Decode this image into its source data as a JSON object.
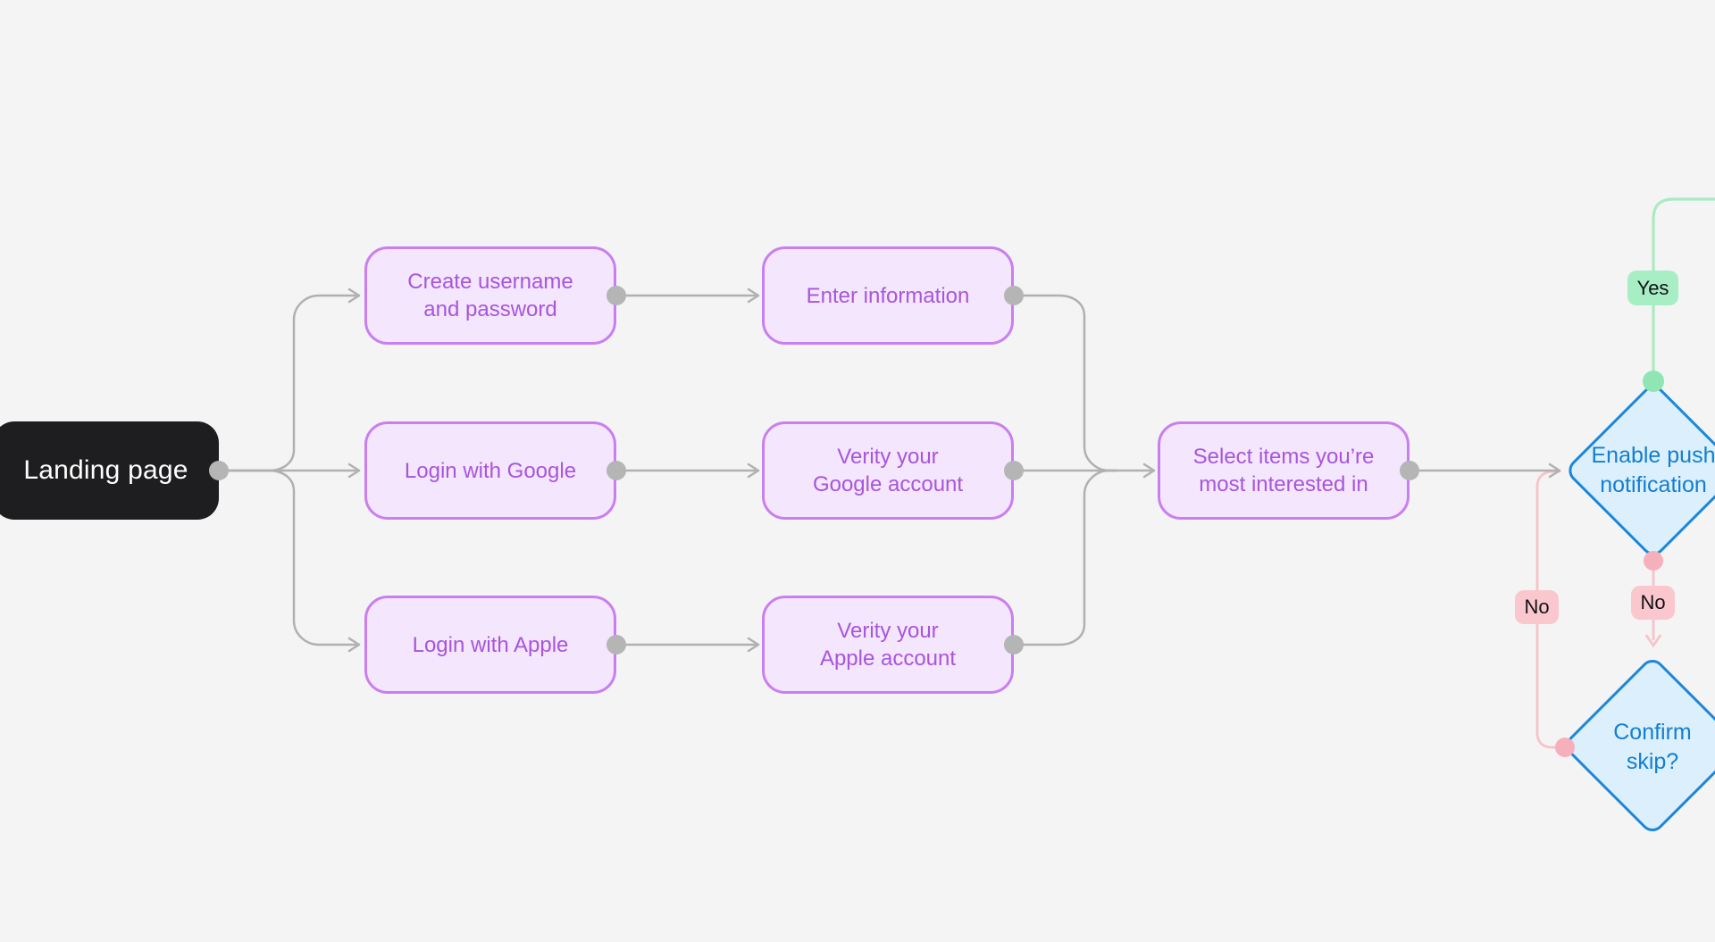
{
  "colors": {
    "bg": "#f4f4f4",
    "dark_fill": "#1e1e20",
    "dark_text": "#ffffff",
    "purple_fill": "#f3e6fd",
    "purple_border": "#c97ef2",
    "purple_text": "#a855dc",
    "blue_fill": "#dbeffc",
    "blue_border": "#1b87dc",
    "blue_text": "#127fd2",
    "line_gray": "#b0b0b0",
    "dot_gray": "#b5b5b5",
    "line_green": "#a9eac4",
    "dot_green": "#8fe5b3",
    "green_badge": "#a7eec5",
    "line_pink": "#f8c2c9",
    "dot_pink": "#f6b0bb",
    "pink_badge": "#fbc7ce",
    "badge_text": "#111213"
  },
  "nodes": {
    "landing": [
      "Landing page"
    ],
    "create_username": [
      "Create username",
      "and password"
    ],
    "enter_information": [
      "Enter information"
    ],
    "login_google": [
      "Login with Google"
    ],
    "verify_google": [
      "Verity your",
      "Google account"
    ],
    "login_apple": [
      "Login with Apple"
    ],
    "verify_apple": [
      "Verity your",
      "Apple account"
    ],
    "select_items": [
      "Select items you’re",
      "most interested in"
    ],
    "enable_push": [
      "Enable push",
      "notification"
    ],
    "confirm_skip": [
      "Confirm",
      "skip?"
    ]
  },
  "edge_labels": {
    "yes": "Yes",
    "no_push": "No",
    "no_confirm": "No"
  }
}
